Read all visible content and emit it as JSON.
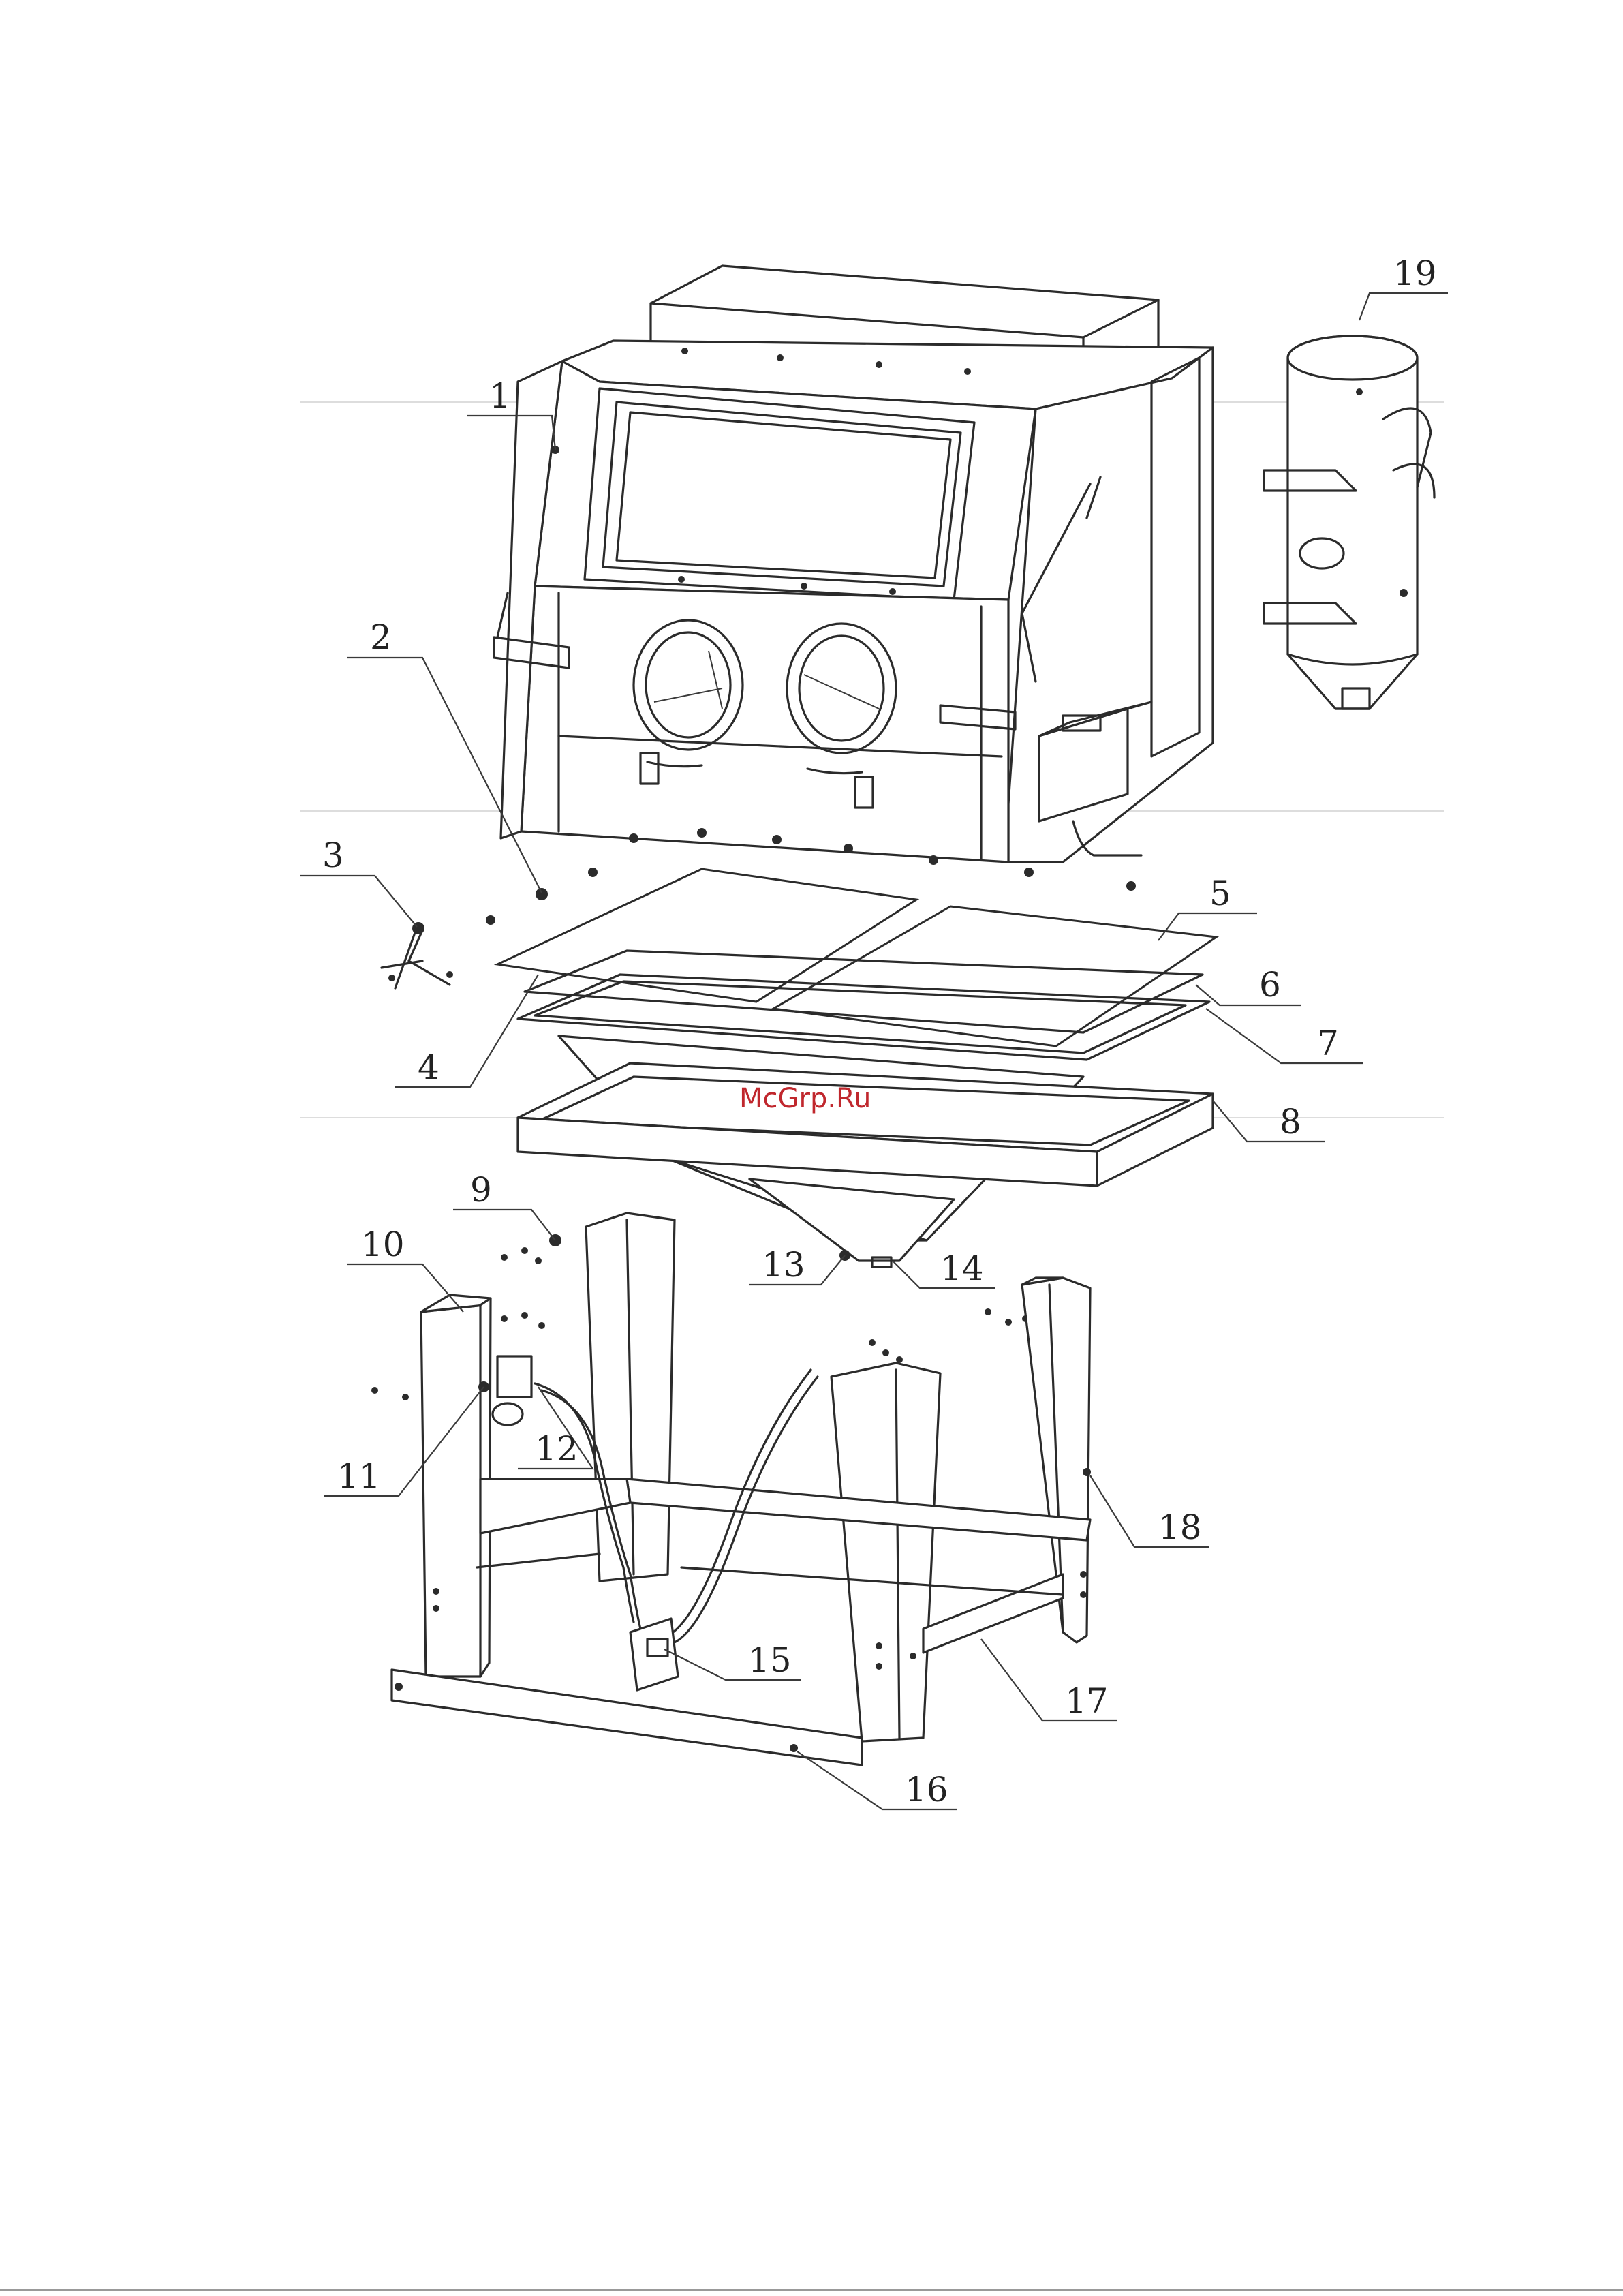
{
  "diagram": {
    "watermark": "McGrp.Ru",
    "colors": {
      "line": "#2b2b2b",
      "watermark": "#c0272d",
      "background": "#ffffff"
    },
    "parts": [
      {
        "id": "1",
        "label": "1"
      },
      {
        "id": "2",
        "label": "2"
      },
      {
        "id": "3",
        "label": "3"
      },
      {
        "id": "4",
        "label": "4"
      },
      {
        "id": "5",
        "label": "5"
      },
      {
        "id": "6",
        "label": "6"
      },
      {
        "id": "7",
        "label": "7"
      },
      {
        "id": "8",
        "label": "8"
      },
      {
        "id": "9",
        "label": "9"
      },
      {
        "id": "10",
        "label": "10"
      },
      {
        "id": "11",
        "label": "11"
      },
      {
        "id": "12",
        "label": "12"
      },
      {
        "id": "13",
        "label": "13"
      },
      {
        "id": "14",
        "label": "14"
      },
      {
        "id": "15",
        "label": "15"
      },
      {
        "id": "16",
        "label": "16"
      },
      {
        "id": "17",
        "label": "17"
      },
      {
        "id": "18",
        "label": "18"
      },
      {
        "id": "19",
        "label": "19"
      }
    ]
  }
}
